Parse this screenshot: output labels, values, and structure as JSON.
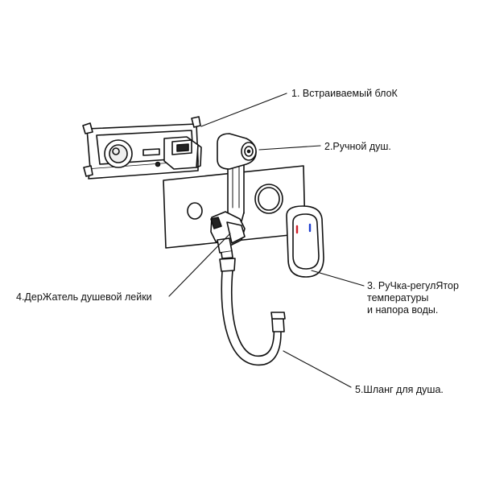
{
  "labels": {
    "built_in_block": "1. Встраиваемый блоК",
    "hand_shower": "2.Ручной душ.",
    "handle": {
      "line1": "3. РуЧка-регулЯтор",
      "line2": "температуры",
      "line3": "и напора воды."
    },
    "holder": "4.ДерЖатель душевой лейки",
    "hose": "5.Шланг для душа."
  },
  "colors": {
    "stroke": "#111111",
    "handle_hot_mark": "#d0202a",
    "handle_cold_mark": "#1f3fd0"
  }
}
